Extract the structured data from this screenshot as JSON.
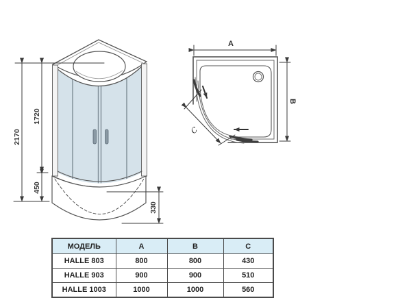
{
  "front_view": {
    "dims": {
      "total_height": "2170",
      "glass_height": "1720",
      "tray_height": "450",
      "tray_depth": "330"
    }
  },
  "plan_view": {
    "dims": {
      "width_label": "A",
      "depth_label": "B",
      "front_label": "C"
    }
  },
  "table": {
    "headers": [
      "МОДЕЛЬ",
      "A",
      "B",
      "C"
    ],
    "rows": [
      {
        "cells": [
          "HALLE 803",
          "800",
          "800",
          "430"
        ]
      },
      {
        "cells": [
          "HALLE 903",
          "900",
          "900",
          "510"
        ]
      },
      {
        "cells": [
          "HALLE 1003",
          "1000",
          "1000",
          "560"
        ]
      }
    ]
  },
  "colors": {
    "line": "#4a4a4a",
    "glass": "#d5e2ea",
    "glass_door": "#dae6ee",
    "table_header_bg": "#d9edf6",
    "background": "#ffffff"
  }
}
